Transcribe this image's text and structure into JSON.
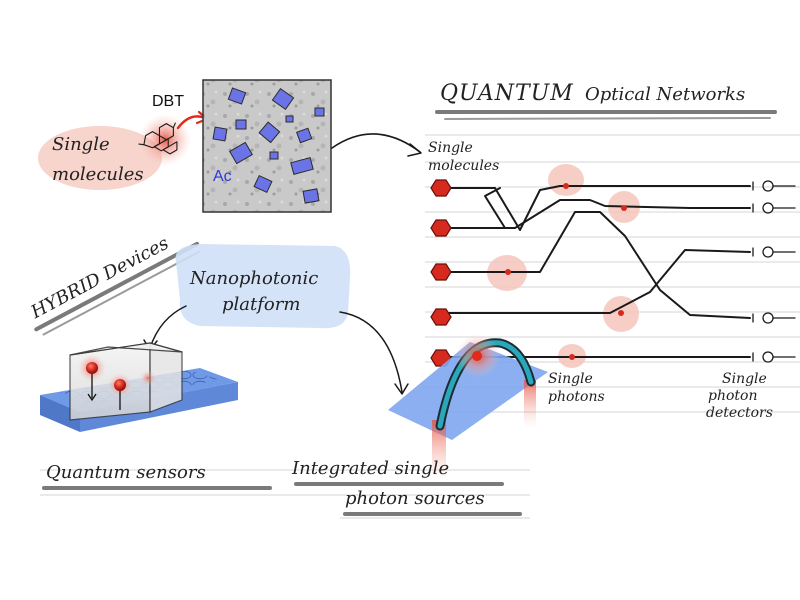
{
  "labels": {
    "dbt": "DBT",
    "ac": "Ac",
    "single_molecules_left": [
      "Single",
      "molecules"
    ],
    "quantum_optical_networks_a": "QUANTUM",
    "quantum_optical_networks_b": "Optical Networks",
    "single_molecules_right": [
      "Single",
      "molecules"
    ],
    "hybrid_devices": "HYBRID Devices",
    "nanophotonic_platform": [
      "Nanophotonic",
      "platform"
    ],
    "single_photons": [
      "Single",
      "photons"
    ],
    "single_photon_detectors": [
      "Single",
      "photon",
      "detectors"
    ],
    "quantum_sensors": "Quantum sensors",
    "integrated_sources": [
      "Integrated single",
      "photon sources"
    ]
  },
  "colors": {
    "ink": "#1a1a1a",
    "emitter_red": "#d62a1e",
    "glow": "#f4b9b0",
    "platform_blue": "#6f9ae8",
    "molecule_blue": "#6a74e6",
    "waveguide": "#2aa7b8"
  },
  "icons": {
    "molecule": "hexagon-molecule-icon",
    "detector": "detector-icon"
  }
}
